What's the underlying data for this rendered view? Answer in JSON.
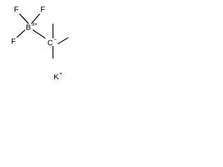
{
  "structure": {
    "atoms": {
      "f_top_left": "F",
      "f_top_right": "F",
      "f_left": "F",
      "boron": "B",
      "boron_charge": "3+",
      "carbon": "C",
      "carbon_charge": "−",
      "potassium": "K",
      "potassium_charge": "+"
    }
  }
}
